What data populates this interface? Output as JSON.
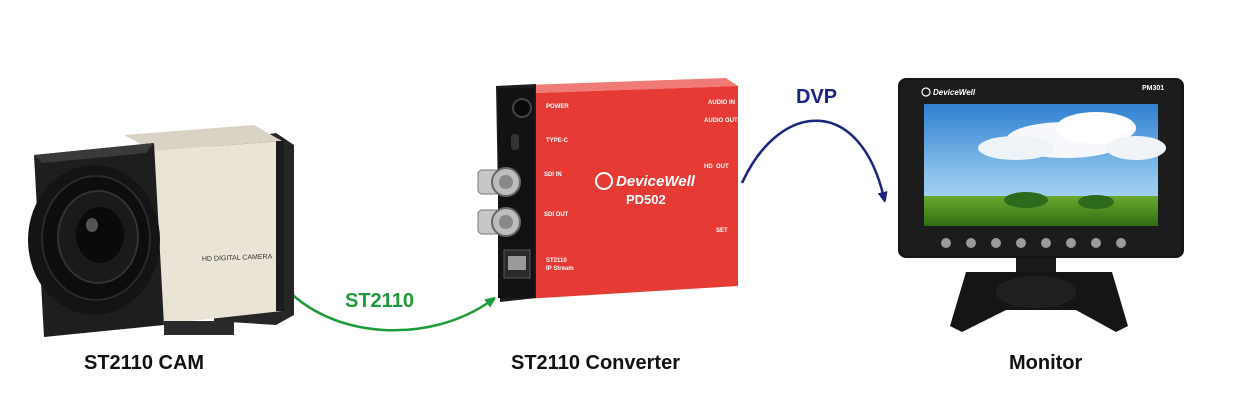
{
  "devices": {
    "camera": {
      "caption": "ST2110 CAM",
      "body_text": "HD DIGITAL CAMERA"
    },
    "converter": {
      "caption": "ST2110 Converter",
      "brand": "DeviceWell",
      "model": "PD502",
      "labels": {
        "power": "POWER",
        "type_c": "TYPE-C",
        "sdi_in": "SDI IN",
        "sdi_out": "SDI OUT",
        "st2110": "ST2110",
        "ip_stream": "IP Stream",
        "audio_in": "AUDIO IN",
        "audio_out": "AUDIO OUT",
        "hd": "HD",
        "out": "OUT",
        "set": "SET"
      }
    },
    "monitor": {
      "caption": "Monitor",
      "brand": "DeviceWell",
      "model": "PM301"
    }
  },
  "links": [
    {
      "label": "ST2110",
      "color": "#1f9a3b"
    },
    {
      "label": "DVP",
      "color": "#1a237e"
    }
  ],
  "colors": {
    "converter_red": "#e63a35",
    "camera_body": "#e9e4d6",
    "camera_dark": "#1e1e1e"
  }
}
